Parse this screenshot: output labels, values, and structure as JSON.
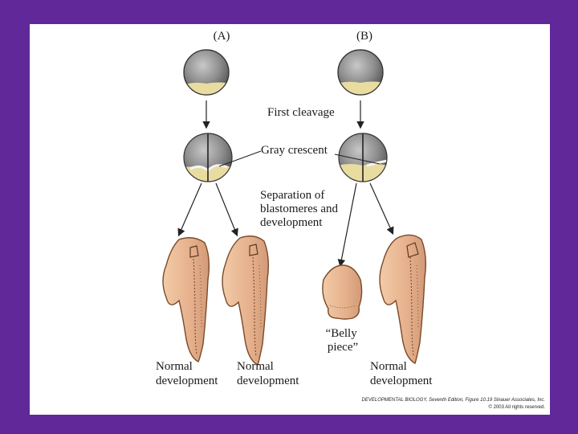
{
  "panels": {
    "a": "(A)",
    "b": "(B)"
  },
  "labels": {
    "first_cleavage": "First cleavage",
    "gray_crescent": "Gray crescent",
    "separation": [
      "Separation of",
      "blastomeres and",
      "development"
    ],
    "belly_piece": [
      "“Belly",
      "piece”"
    ]
  },
  "outcomes": {
    "a_left": [
      "Normal",
      "development"
    ],
    "a_right": [
      "Normal",
      "development"
    ],
    "b_right": [
      "Normal",
      "development"
    ]
  },
  "credit": {
    "line1": "DEVELOPMENTAL BIOLOGY, Seventh Edition, Figure 10.19   Sinauer Associates, Inc.",
    "line2": "© 2003 All rights reserved."
  },
  "colors": {
    "background": "#61289a",
    "slide": "#ffffff",
    "egg_gray": "#8a8a8a",
    "yolk": "#e9dca0",
    "embryo_skin": "#e8b896",
    "embryo_outline": "#7a4a2a"
  }
}
